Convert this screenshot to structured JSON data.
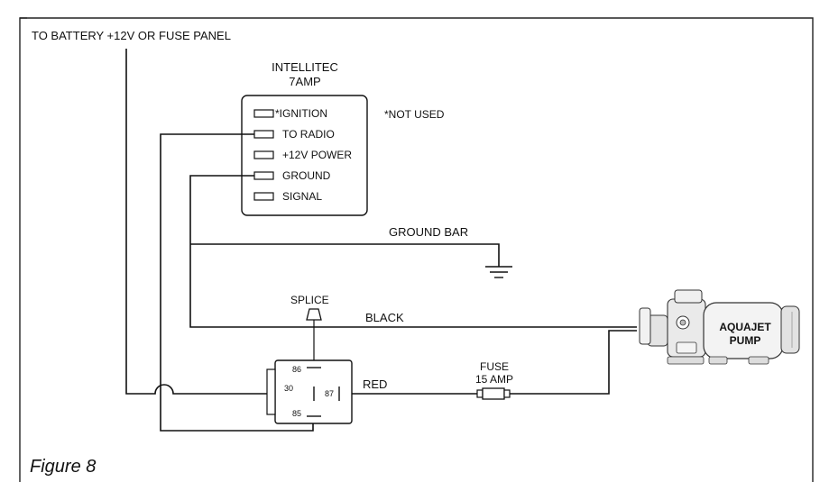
{
  "figure_caption": "Figure 8",
  "battery_label": "TO BATTERY +12V OR FUSE PANEL",
  "module": {
    "title_line1": "INTELLITEC",
    "title_line2": "7AMP",
    "pins": [
      "*IGNITION",
      "TO RADIO",
      "+12V POWER",
      "GROUND",
      "SIGNAL"
    ],
    "note": "*NOT USED"
  },
  "ground_bar_label": "GROUND BAR",
  "splice_label": "SPLICE",
  "black_wire_label": "BLACK",
  "red_wire_label": "RED",
  "fuse": {
    "line1": "FUSE",
    "line2": "15 AMP"
  },
  "relay_pins": {
    "p86": "86",
    "p30": "30",
    "p87": "87",
    "p85": "85"
  },
  "pump": {
    "line1": "AQUAJET",
    "line2": "PUMP"
  },
  "colors": {
    "line": "#111111",
    "frame": "#222222",
    "pump_fill": "#e8e8e8"
  }
}
